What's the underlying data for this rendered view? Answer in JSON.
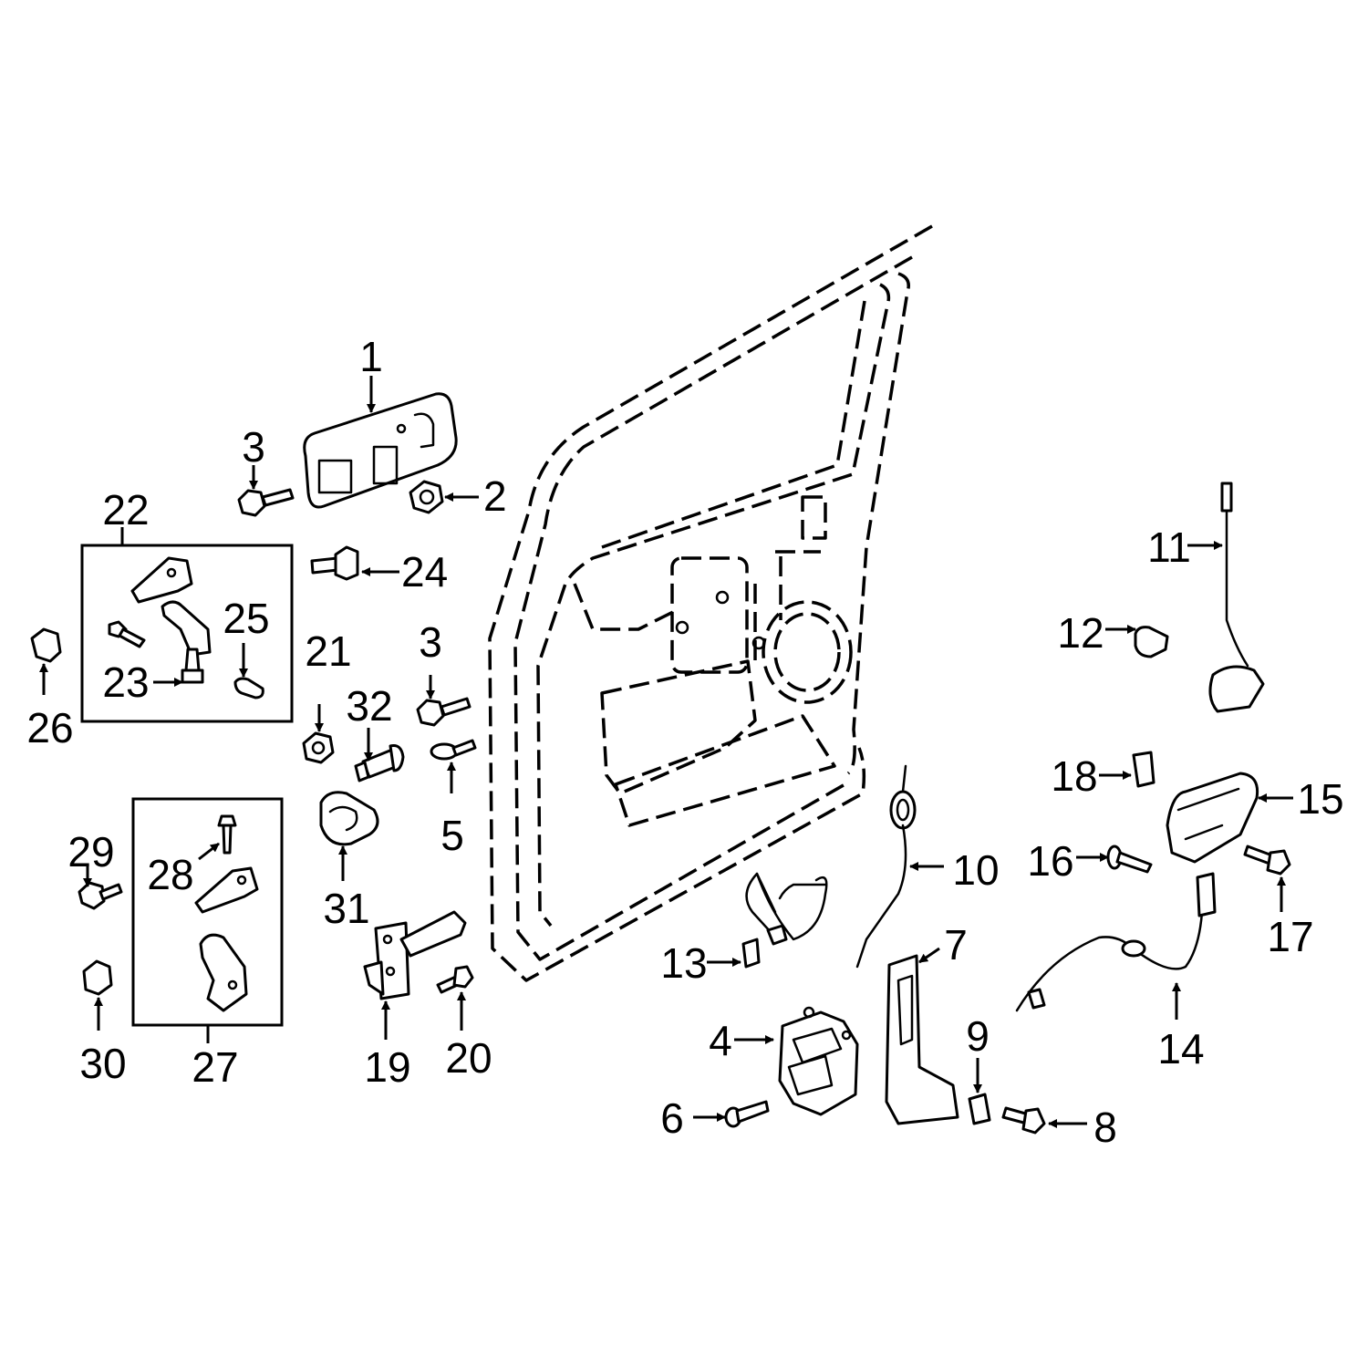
{
  "callouts": {
    "c1": "1",
    "c2": "2",
    "c3a": "3",
    "c3b": "3",
    "c4": "4",
    "c5": "5",
    "c6": "6",
    "c7": "7",
    "c8": "8",
    "c9": "9",
    "c10": "10",
    "c11": "11",
    "c12": "12",
    "c13": "13",
    "c14": "14",
    "c15": "15",
    "c16": "16",
    "c17": "17",
    "c18": "18",
    "c19": "19",
    "c20": "20",
    "c21": "21",
    "c22": "22",
    "c23": "23",
    "c24": "24",
    "c25": "25",
    "c26": "26",
    "c27": "27",
    "c28": "28",
    "c29": "29",
    "c30": "30",
    "c31": "31",
    "c32": "32"
  },
  "colors": {
    "line": "#000000",
    "background": "#ffffff"
  }
}
